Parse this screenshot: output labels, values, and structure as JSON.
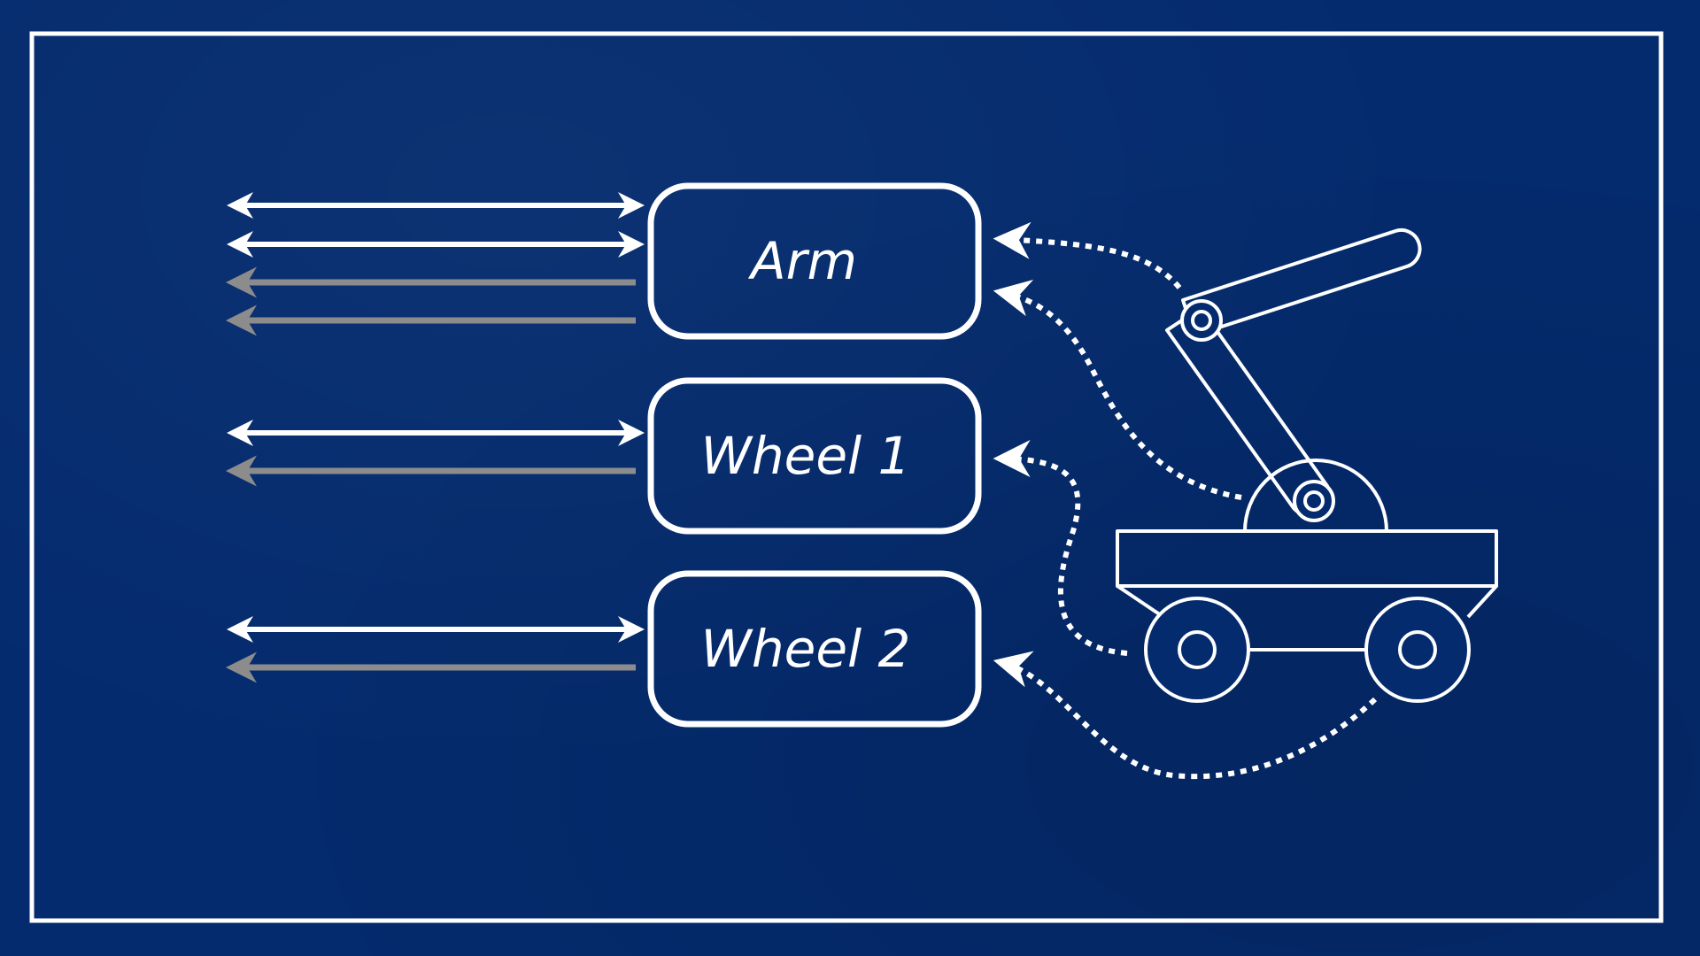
{
  "diagram": {
    "boxes": [
      {
        "id": "arm",
        "label": "Arm"
      },
      {
        "id": "wheel1",
        "label": "Wheel 1"
      },
      {
        "id": "wheel2",
        "label": "Wheel 2"
      }
    ]
  },
  "colors": {
    "background": "#042b6e",
    "line": "#ffffff",
    "muted_arrow": "#8c8c8c"
  }
}
